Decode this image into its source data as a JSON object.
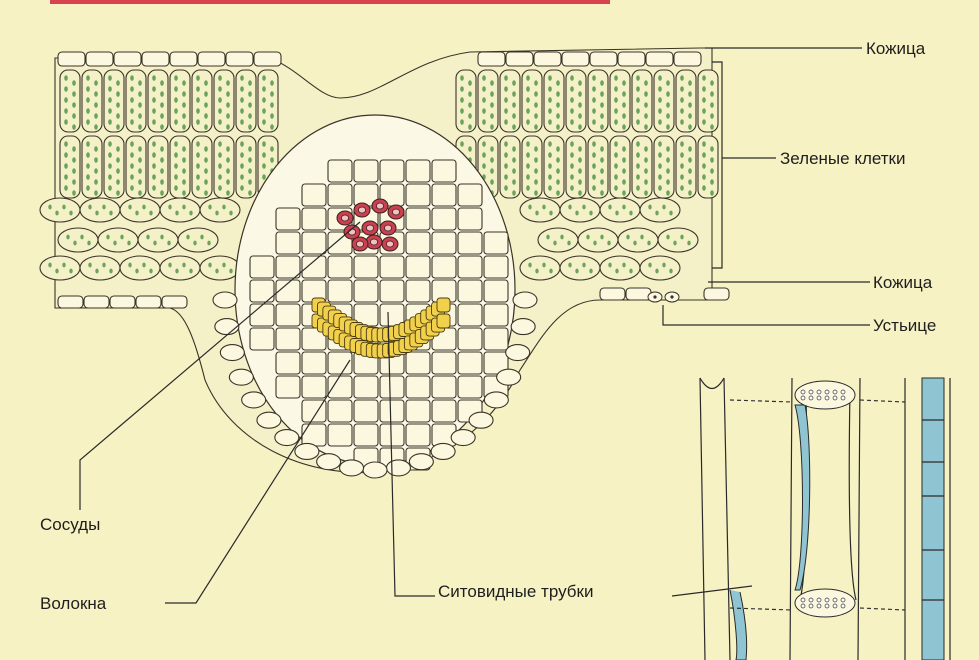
{
  "labels": {
    "epidermis_top": "Кожица",
    "green_cells": "Зеленые клетки",
    "epidermis_bottom": "Кожица",
    "stoma": "Устьице",
    "vessels": "Сосуды",
    "fibers": "Волокна",
    "sieve_tubes": "Ситовидные трубки"
  },
  "colors": {
    "background": "#f7f2c4",
    "top_bar": "#d9434f",
    "chloroplast": "#6aa35a",
    "vessels": "#c9414e",
    "fibers": "#f1d04c",
    "sieve_cytoplasm": "#8fc4d2"
  }
}
